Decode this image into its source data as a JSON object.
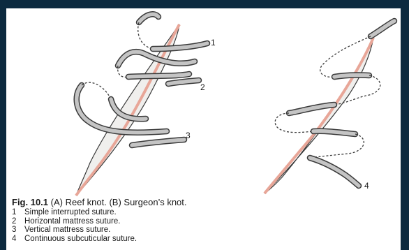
{
  "figure": {
    "label": "Fig. 10.1",
    "caption": "(A) Reef knot. (B) Surgeon’s knot.",
    "callouts": [
      "1",
      "2",
      "3",
      "4"
    ],
    "legend": [
      {
        "num": "1",
        "text": "Simple interrupted suture."
      },
      {
        "num": "2",
        "text": "Horizontal mattress suture."
      },
      {
        "num": "3",
        "text": "Vertical mattress suture."
      },
      {
        "num": "4",
        "text": "Continuous subcuticular suture."
      }
    ]
  },
  "colors": {
    "background": "#0c2a3f",
    "paper": "#ffffff",
    "wound_fill": "#f0efed",
    "wound_edge": "#e8a698",
    "suture_fill": "#c4c4c4",
    "suture_outline": "#3a3a3a"
  }
}
